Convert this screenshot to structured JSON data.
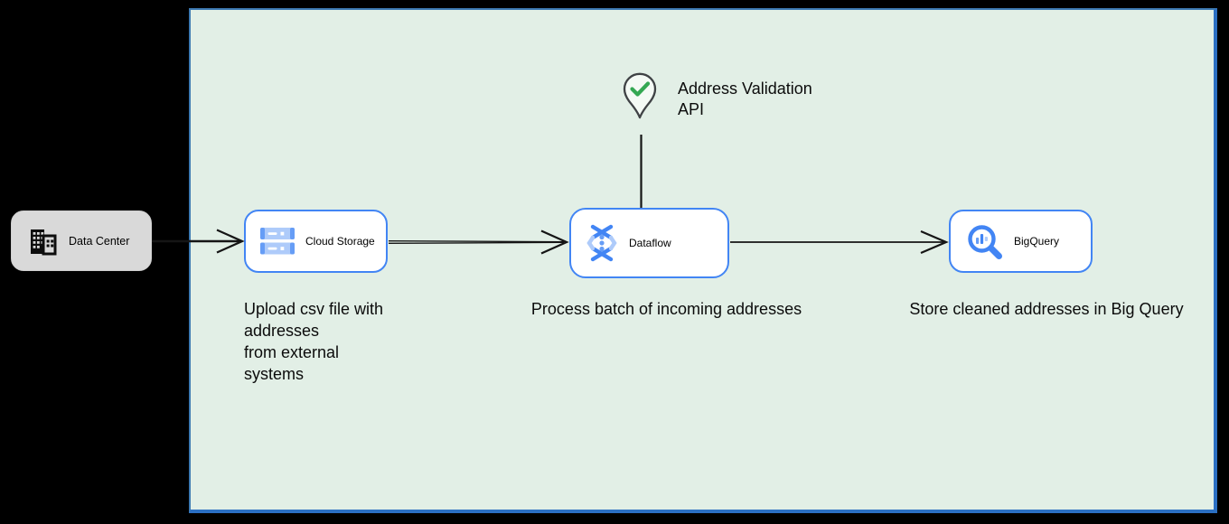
{
  "diagram": {
    "data_center": {
      "label": "Data Center",
      "icon": "building-icon"
    },
    "nodes": {
      "cloud_storage": {
        "label": "Cloud Storage",
        "icon": "cloud-storage-icon"
      },
      "dataflow": {
        "label": "Dataflow",
        "icon": "dataflow-icon"
      },
      "bigquery": {
        "label": "BigQuery",
        "icon": "bigquery-icon"
      }
    },
    "api_annotation": {
      "line1": "Address Validation",
      "line2": "API",
      "icon": "pin-check-icon"
    },
    "captions": {
      "upload": [
        "Upload csv file with",
        "addresses",
        "from external",
        "systems"
      ],
      "process": "Process batch of incoming addresses",
      "store": "Store cleaned addresses in Big Query"
    },
    "colors": {
      "page_bg": "#000000",
      "zone_bg": "#e2efe6",
      "zone_border": "#3d7ab2",
      "zone_border_dark": "#2b6fc2",
      "node_border": "#4285f4",
      "node_bg": "#ffffff",
      "data_center_bg": "#d9d9d9",
      "icon_blue": "#4285f4",
      "icon_mid_blue": "#669df6",
      "icon_light_blue": "#aecbfa",
      "check_green": "#34a853",
      "pin_outline": "#3f4245",
      "arrow": "#151515",
      "text": "#0b0b0b"
    }
  }
}
